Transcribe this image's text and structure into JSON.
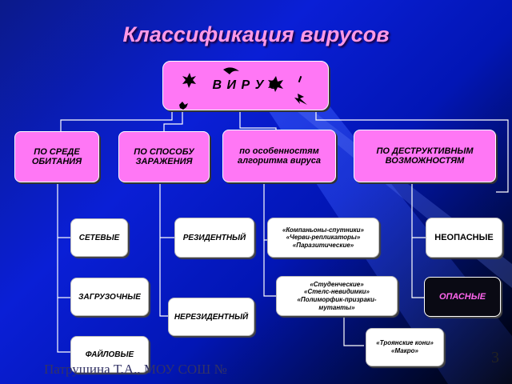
{
  "title": "Классификация вирусов",
  "root": {
    "label": "В И Р У С"
  },
  "categories": {
    "habitat": "ПО СРЕДЕ ОБИТАНИЯ",
    "infection": "ПО СПОСОБУ ЗАРАЖЕНИЯ",
    "algorithm": "по особенностям алгоритма вируса",
    "destructive": "ПО ДЕСТРУКТИВНЫМ ВОЗМОЖНОСТЯМ"
  },
  "habitat_types": {
    "network": "СЕТЕВЫЕ",
    "boot": "ЗАГРУЗОЧНЫЕ",
    "file": "ФАЙЛОВЫЕ"
  },
  "infection_types": {
    "resident": "РЕЗИДЕНТНЫЙ",
    "nonresident": "НЕРЕЗИДЕНТНЫЙ"
  },
  "algorithm_types": {
    "g1": [
      "«Компаньоны-спутники»",
      "«Черви-репликаторы»",
      "«Паразитические»"
    ],
    "g2": [
      "«Студенческие»",
      "«Стелс-невидимки»",
      "«Полиморфик-призраки-",
      "мутанты»"
    ],
    "g3": [
      "«Троянские кони»",
      "«Макро»"
    ]
  },
  "destructive_types": {
    "safe": "НЕОПАСНЫЕ",
    "dangerous": "ОПАСНЫЕ"
  },
  "footer": "Патрушина Т.А., МОУ СОШ №",
  "page_number": "3",
  "colors": {
    "box_pink": "#ff77f5",
    "title": "#ff99e6",
    "dangerous_text": "#ff66ee"
  }
}
